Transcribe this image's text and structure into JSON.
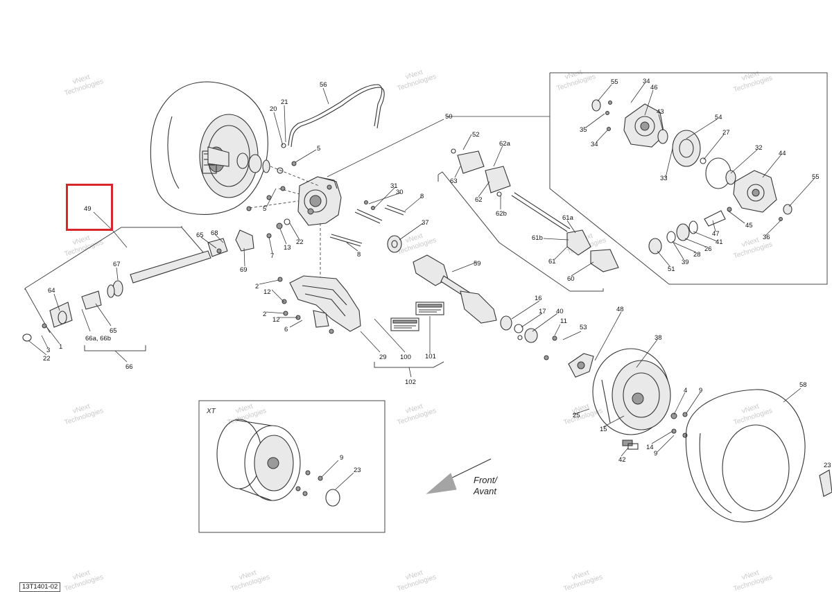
{
  "drawing_id": "13T1401-02",
  "direction_label": {
    "line1": "Front/",
    "line2": "Avant"
  },
  "xt_label": "XT",
  "highlight": {
    "color": "#d9262c"
  },
  "watermark": {
    "line1": "vNext",
    "line2": "Technologies"
  },
  "callouts": {
    "c49": "49",
    "c56": "56",
    "c21": "21",
    "c20": "20",
    "c5a": "5",
    "c5b": "5",
    "c31": "31",
    "c30": "30",
    "c8a": "8",
    "c8b": "8",
    "c37": "37",
    "c22a": "22",
    "c13": "13",
    "c7": "7",
    "c65a": "65",
    "c68": "68",
    "c69": "69",
    "c67": "67",
    "c64": "64",
    "c66a66b": "66a, 66b",
    "c65b": "65",
    "c1": "1",
    "c3": "3",
    "c22b": "22",
    "c66": "66",
    "c2a": "2",
    "c12a": "12",
    "c2b": "2",
    "c12b": "12",
    "c6": "6",
    "c29": "29",
    "c100": "100",
    "c101": "101",
    "c102": "102",
    "c50": "50",
    "c52": "52",
    "c62a": "62a",
    "c63": "63",
    "c62": "62",
    "c62b": "62b",
    "c61a": "61a",
    "c61b": "61b",
    "c61": "61",
    "c60": "60",
    "c59": "59",
    "c16": "16",
    "c17": "17",
    "c40": "40",
    "c11": "11",
    "c48": "48",
    "c53": "53",
    "c38": "38",
    "c25": "25",
    "c15": "15",
    "c4": "4",
    "c9a": "9",
    "c14": "14",
    "c9b": "9",
    "c42": "42",
    "c58": "58",
    "c23a": "23",
    "c9c": "9",
    "c23b": "23",
    "c55a": "55",
    "c34a": "34",
    "c46": "46",
    "c35": "35",
    "c34b": "34",
    "c43": "43",
    "c54": "54",
    "c27": "27",
    "c33": "33",
    "c32": "32",
    "c44": "44",
    "c55b": "55",
    "c45": "45",
    "c47": "47",
    "c36": "36",
    "c41": "41",
    "c26": "26",
    "c28": "28",
    "c39": "39",
    "c51": "51"
  }
}
